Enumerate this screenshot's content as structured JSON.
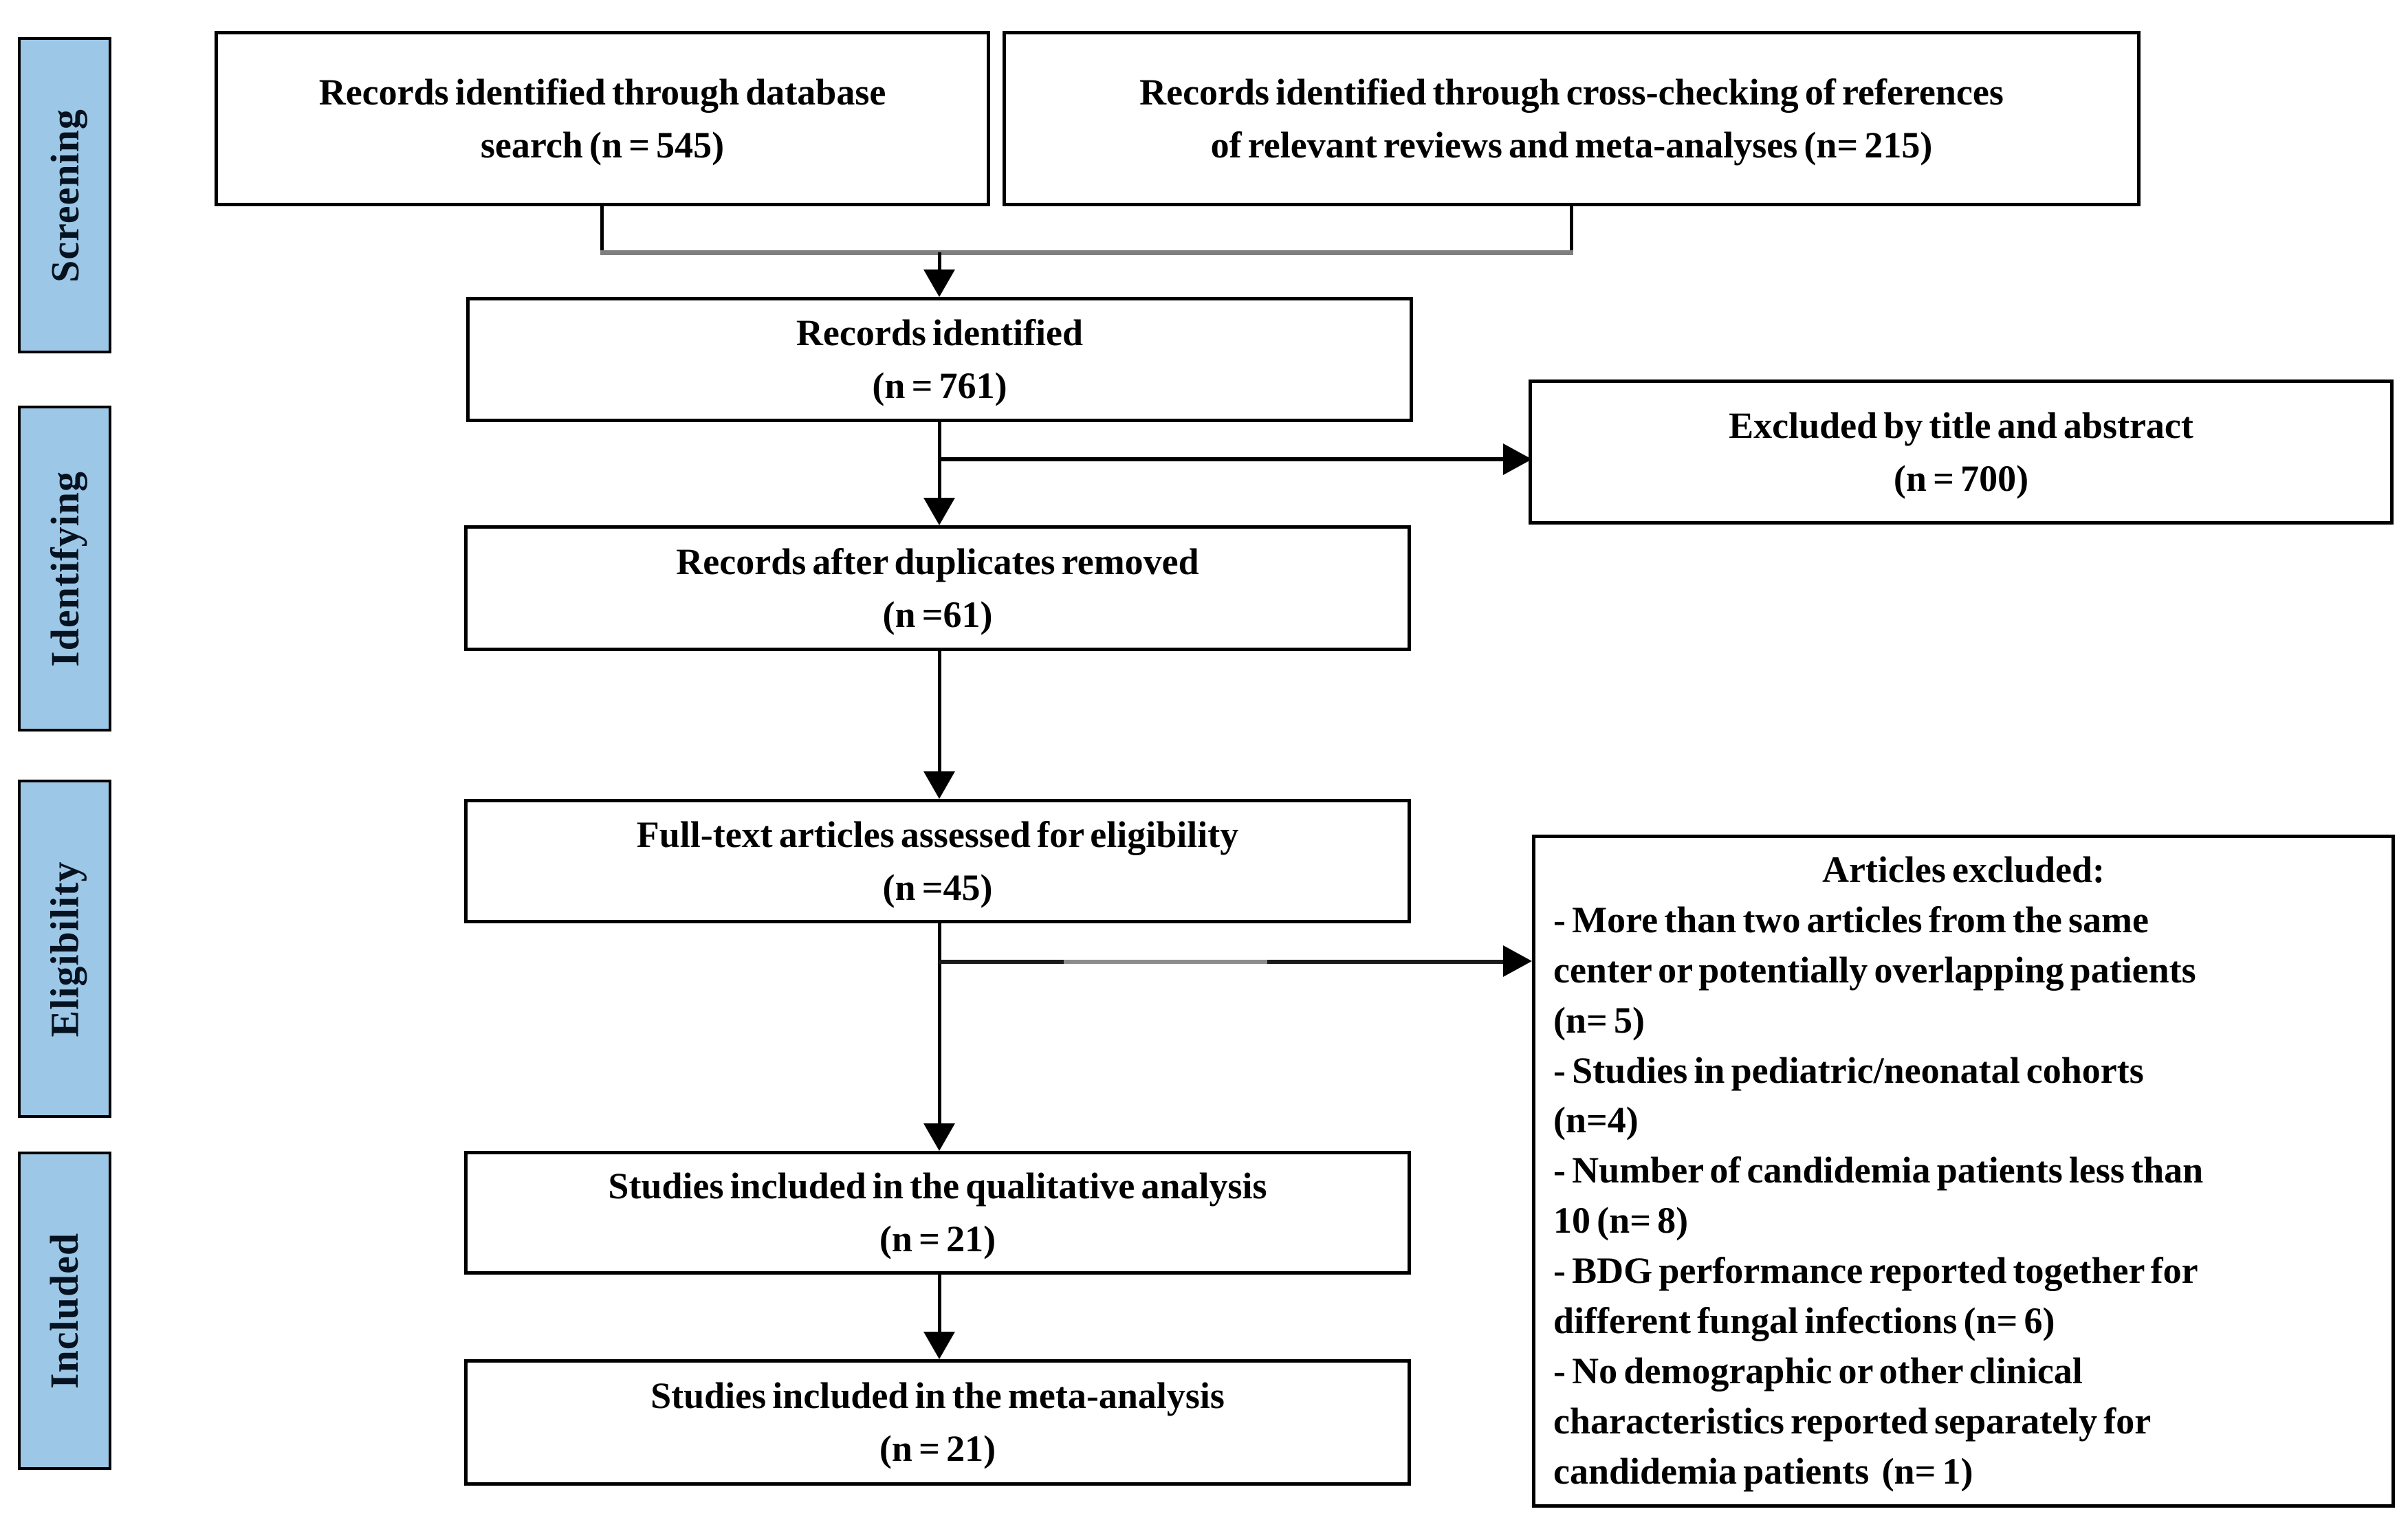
{
  "colors": {
    "stage_fill": "#9CC7E7",
    "box_border": "#000000",
    "connector_black": "#000000",
    "connector_grey": "#7F7F7F",
    "background": "#FFFFFF"
  },
  "sidebar": {
    "stages": [
      "Screening",
      "Identifying",
      "Eligibility",
      "Included"
    ]
  },
  "flow": {
    "db_search": "Records identified through database\nsearch (n = 545)",
    "cross_checking": "Records identified through cross-checking of references\nof relevant reviews and meta-analyses (n= 215)",
    "records_identified": "Records identified\n(n = 761)",
    "excluded_title_abstract": "Excluded by title and abstract\n(n = 700)",
    "duplicates_removed": "Records after duplicates removed\n(n =61)",
    "full_text": "Full-text articles assessed for eligibility\n(n =45)",
    "qualitative": "Studies included in the qualitative analysis\n(n = 21)",
    "meta_analysis": "Studies included in the meta-analysis\n(n = 21)",
    "articles_excluded": {
      "title": "Articles excluded:",
      "items": [
        "- More than two articles from the same\ncenter or potentially overlapping patients\n(n= 5)",
        "- Studies in pediatric/neonatal cohorts\n(n=4)",
        "- Number of candidemia patients less than\n10 (n= 8)",
        "- BDG performance reported together for\ndifferent fungal infections (n= 6)",
        "- No demographic or other clinical\ncharacteristics reported separately for\ncandidemia patients  (n= 1)"
      ]
    }
  }
}
